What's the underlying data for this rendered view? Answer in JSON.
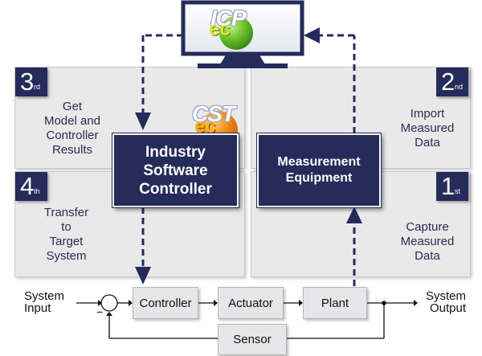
{
  "quadrants": [
    {
      "id": "q3",
      "badge_num": "3",
      "badge_suffix": "rd",
      "text": "Get\nModel and\nController\nResults"
    },
    {
      "id": "q2",
      "badge_num": "2",
      "badge_suffix": "nd",
      "text": "Import\nMeasured\nData"
    },
    {
      "id": "q4",
      "badge_num": "4",
      "badge_suffix": "th",
      "text": "Transfer\nto\nTarget\nSystem"
    },
    {
      "id": "q1",
      "badge_num": "1",
      "badge_suffix": "st",
      "text": "Capture\nMeasured\nData"
    }
  ],
  "center_boxes": {
    "controller": "Industry\nSoftware\nController",
    "measurement": "Measurement\nEquipment"
  },
  "logos": {
    "icp_top": "ICP",
    "icp_bottom": "ec",
    "cst_top": "CST",
    "cst_bottom": "ec"
  },
  "system": {
    "input_label": "System\nInput",
    "output_label": "System\nOutput",
    "minus_sign": "−",
    "blocks": {
      "controller": "Controller",
      "actuator": "Actuator",
      "plant": "Plant",
      "sensor": "Sensor"
    }
  },
  "colors": {
    "navy": "#252b5a",
    "panel": "#e9e9ea",
    "green": "#6bbf2a",
    "orange": "#f28a1a"
  }
}
